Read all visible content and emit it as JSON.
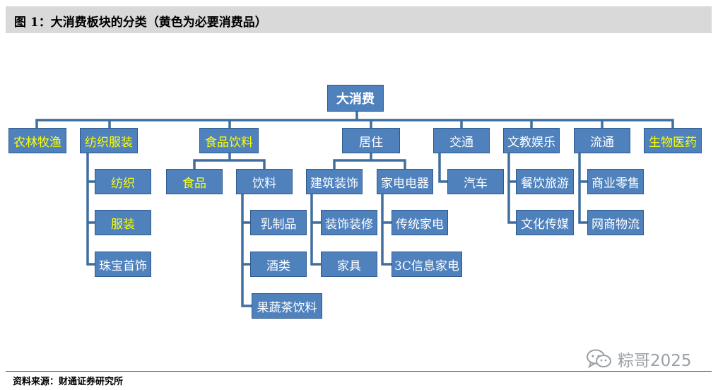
{
  "header": {
    "title": "图 1：大消费板块的分类（黄色为必要消费品）"
  },
  "diagram": {
    "root": {
      "label": "大消费"
    },
    "categories": [
      {
        "label": "农林牧渔",
        "highlight": true
      },
      {
        "label": "纺织服装",
        "highlight": true
      },
      {
        "label": "食品饮料",
        "highlight": true
      },
      {
        "label": "居住",
        "highlight": false
      },
      {
        "label": "交通",
        "highlight": false
      },
      {
        "label": "文教娱乐",
        "highlight": false
      },
      {
        "label": "流通",
        "highlight": false
      },
      {
        "label": "生物医药",
        "highlight": true
      }
    ],
    "textile": [
      {
        "label": "纺织",
        "highlight": true
      },
      {
        "label": "服装",
        "highlight": true
      },
      {
        "label": "珠宝首饰",
        "highlight": false
      }
    ],
    "food_beverage": [
      {
        "label": "食品",
        "highlight": true
      },
      {
        "label": "饮料",
        "highlight": false
      }
    ],
    "beverage": [
      {
        "label": "乳制品",
        "highlight": false
      },
      {
        "label": "酒类",
        "highlight": false
      },
      {
        "label": "果蔬茶饮料",
        "highlight": false
      }
    ],
    "housing": [
      {
        "label": "建筑装饰",
        "highlight": false
      },
      {
        "label": "家电电器",
        "highlight": false
      }
    ],
    "building": [
      {
        "label": "装饰装修",
        "highlight": false
      },
      {
        "label": "家具",
        "highlight": false
      }
    ],
    "appliance": [
      {
        "label": "传统家电",
        "highlight": false
      },
      {
        "label": "3C信息家电",
        "highlight": false
      }
    ],
    "transport": [
      {
        "label": "汽车",
        "highlight": false
      }
    ],
    "culture": [
      {
        "label": "餐饮旅游",
        "highlight": false
      },
      {
        "label": "文化传媒",
        "highlight": false
      }
    ],
    "circulation": [
      {
        "label": "商业零售",
        "highlight": false
      },
      {
        "label": "网商物流",
        "highlight": false
      }
    ]
  },
  "colors": {
    "box_fill": "#4f81bd",
    "connector": "#3f6e9e",
    "highlight_text": "#ffff00",
    "normal_text": "#ffffff"
  },
  "footer": {
    "source": "资料来源：财通证券研究所"
  },
  "watermark": {
    "icon": "wechat-icon",
    "text": "粽哥2025"
  }
}
